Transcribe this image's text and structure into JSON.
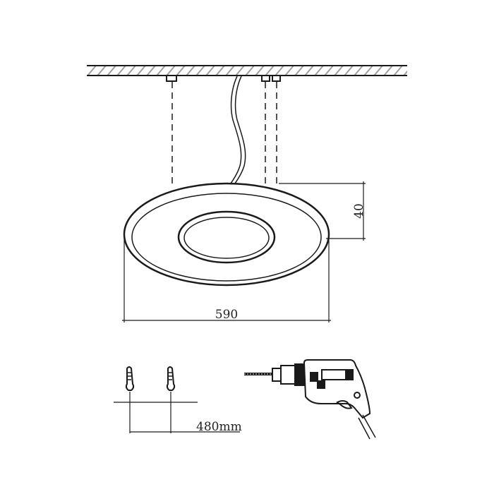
{
  "dimensions": {
    "height_label": "40",
    "diameter_label": "590",
    "hole_spacing_label": "480mm"
  },
  "colors": {
    "line": "#1a1a1a",
    "hatch": "#9a9a9a"
  }
}
